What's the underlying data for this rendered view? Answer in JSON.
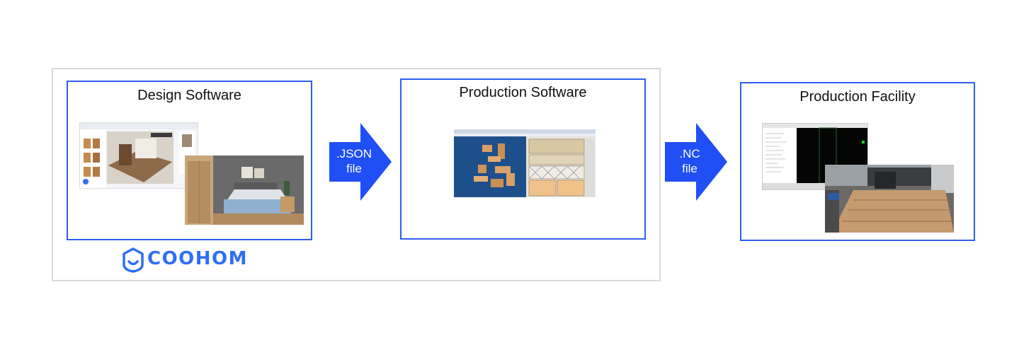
{
  "stages": {
    "design": {
      "title": "Design Software"
    },
    "production": {
      "title": "Production Software"
    },
    "facility": {
      "title": "Production Facility"
    }
  },
  "arrows": {
    "json": {
      "line1": ".JSON",
      "line2": "file"
    },
    "nc": {
      "line1": ".NC",
      "line2": "file"
    }
  },
  "logo": {
    "text": "COOHOM",
    "icon": "shield-smile-icon"
  },
  "colors": {
    "stage_border": "#2f5ef0",
    "arrow_fill": "#1f4ff5",
    "group_border": "#d9d9d9",
    "logo": "#2f6ef5"
  }
}
